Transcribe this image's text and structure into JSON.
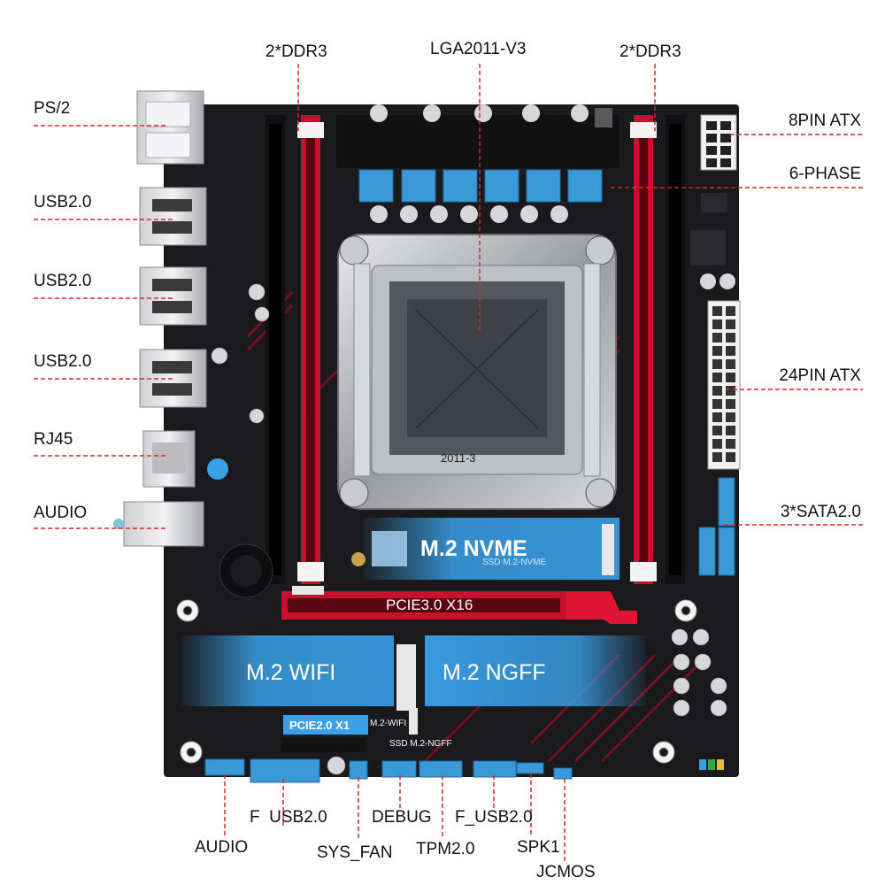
{
  "labels": {
    "ps2": "PS/2",
    "usb_a": "USB2.0",
    "usb_b": "USB2.0",
    "usb_c": "USB2.0",
    "rj45": "RJ45",
    "audio_rear": "AUDIO",
    "ddr3_left": "2*DDR3",
    "socket": "LGA2011-V3",
    "ddr3_right": "2*DDR3",
    "atx8": "8PIN ATX",
    "phase": "6-PHASE",
    "atx24": "24PIN ATX",
    "sata": "3*SATA2.0",
    "audio_front": "AUDIO",
    "f_usb": "F  USB2.0",
    "sys_fan": "SYS_FAN",
    "debug": "DEBUG",
    "tpm": "TPM2.0",
    "f_usb2": "F_USB2.0",
    "spk": "SPK1",
    "jcmos": "JCMOS"
  },
  "board_labels": {
    "m2_nvme": "M.2 NVME",
    "pcie_x16": "PCIE3.0 X16",
    "m2_wifi": "M.2 WIFI",
    "m2_ngff": "M.2 NGFF",
    "pcie_x1": "PCIE2.0 X1",
    "socket_mark": "2011-3",
    "silk_nvme": "SSD M.2-NVME",
    "silk_wifi": "M.2-WIFI",
    "silk_ngff": "SSD M.2-NGFF"
  },
  "colors": {
    "board": "#1a1a1c",
    "dimm_red": "#c8102e",
    "highlight_blue": "#3aa0e8",
    "leader_red": "#d42a2a"
  }
}
